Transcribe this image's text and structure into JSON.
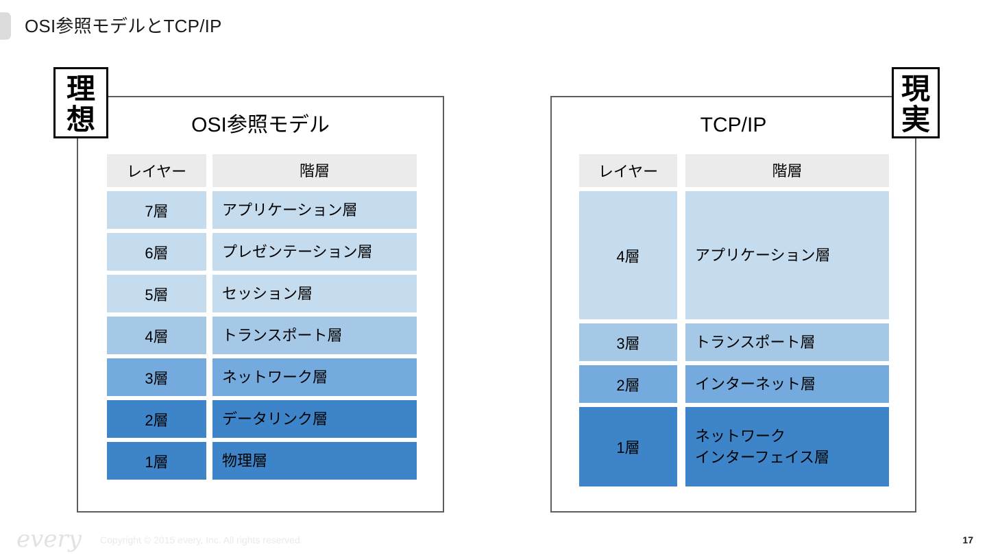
{
  "header": {
    "title": "OSI参照モデルとTCP/IP",
    "tab_icon": "title-accent-tab"
  },
  "badges": {
    "left": {
      "name": "理想",
      "chars": [
        "理",
        "想"
      ]
    },
    "right": {
      "name": "現実",
      "chars": [
        "現",
        "実"
      ]
    }
  },
  "panels": [
    {
      "id": "osi",
      "title": "OSI参照モデル",
      "table": {
        "headers": [
          "レイヤー",
          "階層"
        ],
        "rows": [
          {
            "layer": "7層",
            "name": "アプリケーション層",
            "tone": "tone-1",
            "span": 1
          },
          {
            "layer": "6層",
            "name": "プレゼンテーション層",
            "tone": "tone-1",
            "span": 1
          },
          {
            "layer": "5層",
            "name": "セッション層",
            "tone": "tone-1",
            "span": 1
          },
          {
            "layer": "4層",
            "name": "トランスポート層",
            "tone": "tone-2",
            "span": 1
          },
          {
            "layer": "3層",
            "name": "ネットワーク層",
            "tone": "tone-3",
            "span": 1
          },
          {
            "layer": "2層",
            "name": "データリンク層",
            "tone": "tone-4",
            "span": 1
          },
          {
            "layer": "1層",
            "name": "物理層",
            "tone": "tone-4",
            "span": 1
          }
        ]
      }
    },
    {
      "id": "tcp",
      "title": "TCP/IP",
      "table": {
        "headers": [
          "レイヤー",
          "階層"
        ],
        "rows": [
          {
            "layer": "4層",
            "name": "アプリケーション層",
            "tone": "tone-1",
            "span": 3
          },
          {
            "layer": "3層",
            "name": "トランスポート層",
            "tone": "tone-2",
            "span": 1
          },
          {
            "layer": "2層",
            "name": "インターネット層",
            "tone": "tone-3",
            "span": 1
          },
          {
            "layer": "1層",
            "name": "ネットワーク\nインターフェイス層",
            "tone": "tone-4",
            "span": 2
          }
        ]
      }
    }
  ],
  "footer": {
    "logo": "every",
    "copyright": "Copyright © 2015 every, Inc. All rights reserved.",
    "page_number": "17"
  },
  "colors": {
    "tone_1": "#c5dcef",
    "tone_2": "#a4c8e6",
    "tone_3": "#74aadd",
    "tone_4": "#3d85c8",
    "header_fill": "#ebebeb",
    "panel_border": "#5d5d5d",
    "badge_border": "#000000"
  }
}
